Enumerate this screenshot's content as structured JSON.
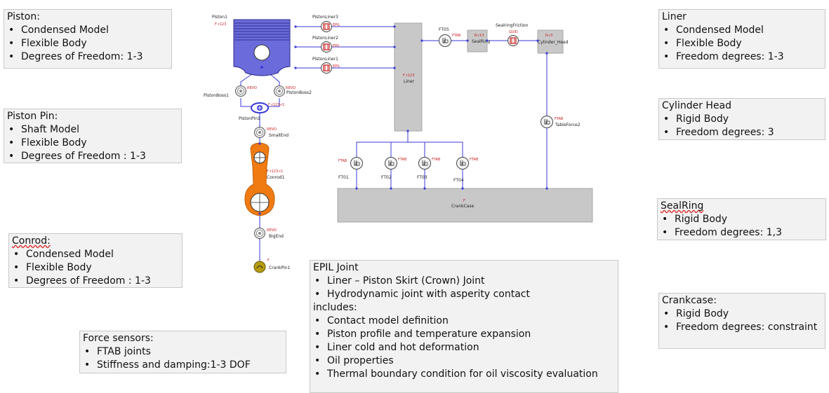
{
  "boxes": {
    "piston": {
      "title": "Piston:",
      "items": [
        "Condensed Model",
        "Flexible Body",
        "Degrees of Freedom: 1-3"
      ]
    },
    "piston_pin": {
      "title": "Piston Pin:",
      "items": [
        "Shaft Model",
        "Flexible Body",
        "Degrees of Freedom : 1-3"
      ]
    },
    "conrod": {
      "title": "Conrod:",
      "items": [
        "Condensed Model",
        "Flexible Body",
        "Degrees of Freedom : 1-3"
      ]
    },
    "force_sensors": {
      "title": "Force sensors:",
      "items": [
        "FTAB joints",
        "Stiffness and damping:1-3 DOF"
      ]
    },
    "epil": {
      "title": "EPIL Joint",
      "items": [
        "Liner – Piston Skirt (Crown) Joint",
        "Hydrodynamic joint with asperity contact"
      ],
      "includes": "includes:",
      "sub_items": [
        "Contact model definition",
        "Piston profile and temperature expansion",
        "Liner cold and hot deformation",
        "Oil properties",
        "Thermal boundary condition for oil viscosity evaluation"
      ]
    },
    "liner": {
      "title": "Liner",
      "items": [
        "Condensed Model",
        "Flexible Body",
        "Freedom degrees: 1-3"
      ]
    },
    "cylinder_head": {
      "title": "Cylinder Head",
      "items": [
        "Rigid Body",
        "Freedom degrees: 3"
      ]
    },
    "sealring": {
      "title": "SealRing",
      "items": [
        "Rigid Body",
        "Freedom degrees: 1,3"
      ]
    },
    "crankcase": {
      "title": "Crankcase:",
      "items": [
        "Rigid Body",
        "Freedom degrees: constraint"
      ]
    }
  },
  "diagram": {
    "piston": {
      "name": "Piston1",
      "tag": "F-r123"
    },
    "piston_liners": [
      {
        "name": "PistonLiner3",
        "tag": "EPIL"
      },
      {
        "name": "PistonLiner2",
        "tag": "EPIL"
      },
      {
        "name": "PistonLiner1",
        "tag": "EPIL"
      }
    ],
    "piston_bosses": [
      {
        "name": "PistonBoss1",
        "tag": "REVO"
      },
      {
        "name": "PistonBoss2",
        "tag": "REVO"
      }
    ],
    "piston_pin": {
      "name": "PistonPin1",
      "tag": "F-r123-r1"
    },
    "small_end": {
      "name": "SmallEnd",
      "tag": "REVO"
    },
    "conrod": {
      "name": "Conrod1",
      "tag": "F-r123-r1"
    },
    "big_end": {
      "name": "BigEnd",
      "tag": "REVO"
    },
    "crank_pin": {
      "name": "CrankPin1",
      "tag": "F"
    },
    "liner": {
      "name": "Liner",
      "tag": "F-r123"
    },
    "ft05": {
      "name": "FT05",
      "tag": "FTAB"
    },
    "seal_ring": {
      "name": "SealRing",
      "tag": "R-r13"
    },
    "sealring_friction": {
      "name": "SealringFriction",
      "tag": "GUID"
    },
    "cylinder_head": {
      "name": "Cylinder_Head",
      "tag": "R-r3"
    },
    "table_force": {
      "name": "TableForce2",
      "tag": "FTAB"
    },
    "ft_sensors": [
      {
        "name": "FT01",
        "tag": "FTAB"
      },
      {
        "name": "FT02",
        "tag": "FTAB"
      },
      {
        "name": "FT03",
        "tag": "FTAB"
      },
      {
        "name": "FT04",
        "tag": "FTAB"
      }
    ],
    "crankcase": {
      "name": "CrankCase",
      "tag": "F"
    }
  },
  "colors": {
    "wire": "#3a3ad8",
    "piston": "#6b6bdb",
    "conrod": "#f07b12",
    "gray": "#c8c8c8",
    "tag": "#cc2222",
    "crankpin": "#b79b10"
  }
}
